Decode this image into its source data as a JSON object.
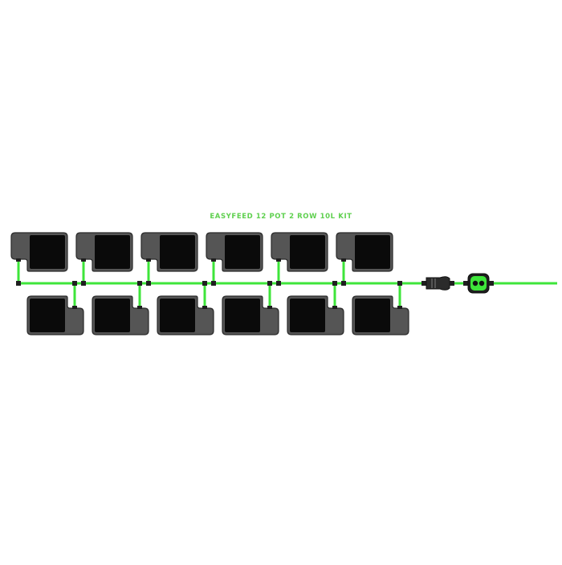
{
  "diagram": {
    "title": "EASYFEED 12 POT 2 ROW 10L KIT",
    "colors": {
      "background": "#ffffff",
      "pipe": "#3ee53a",
      "pipe_dark": "#1a8f1a",
      "pot_base": "#555555",
      "pot_outline": "#2a2a2a",
      "pot_inner": "#0a0a0a",
      "connector": "#1f1f1f",
      "title": "#5fd04f"
    },
    "rows": [
      {
        "name": "top-row",
        "pot_count": 6
      },
      {
        "name": "bottom-row",
        "pot_count": 6
      }
    ],
    "inlet": [
      {
        "name": "hose-connector-icon"
      },
      {
        "name": "float-valve-icon"
      }
    ]
  }
}
